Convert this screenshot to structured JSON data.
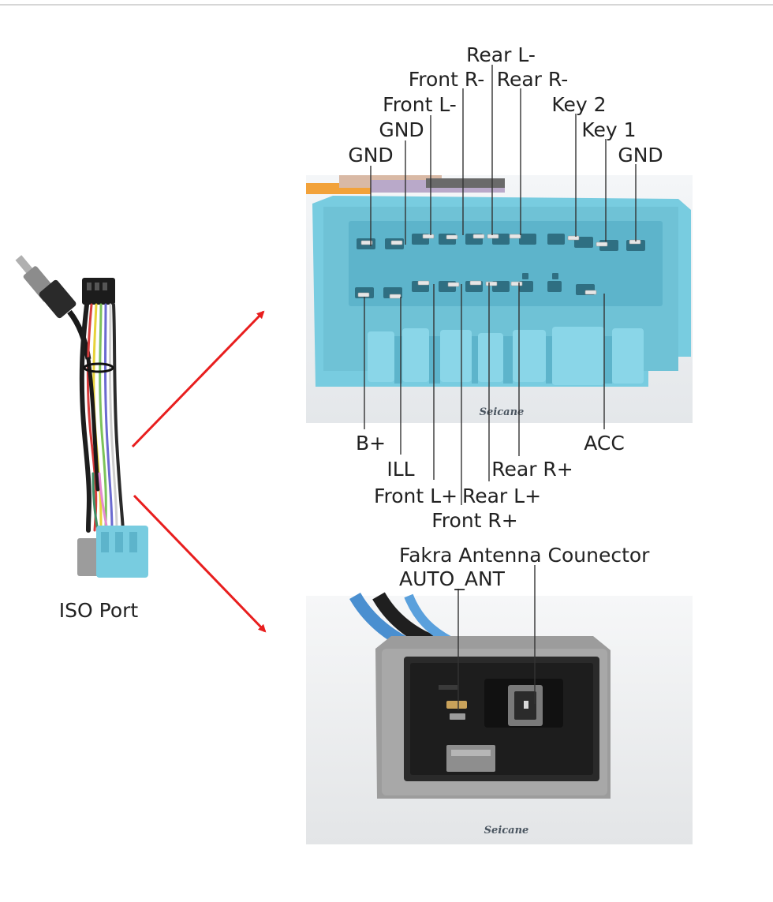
{
  "harness": {
    "caption": "ISO Port"
  },
  "main_connector": {
    "brand": "Seicane",
    "top_labels": {
      "rear_l_minus": "Rear L-",
      "front_r_minus": "Front R-",
      "rear_r_minus": "Rear R-",
      "front_l_minus": "Front L-",
      "key_2": "Key 2",
      "gnd_2": "GND",
      "key_1": "Key 1",
      "gnd_1": "GND",
      "gnd_3": "GND"
    },
    "bottom_labels": {
      "b_plus": "B+",
      "acc": "ACC",
      "ill": "ILL",
      "rear_r_plus": "Rear R+",
      "front_l_plus": "Front L+",
      "rear_l_plus": "Rear L+",
      "front_r_plus": "Front R+"
    }
  },
  "antenna_connector": {
    "brand": "Seicane",
    "labels": {
      "fakra": "Fakra Antenna Counector",
      "auto_ant": "AUTO_ANT"
    }
  },
  "colors": {
    "connector_blue": "#78cce0",
    "connector_grey": "#9c9c9c",
    "arrow_red": "#e81e1e"
  }
}
